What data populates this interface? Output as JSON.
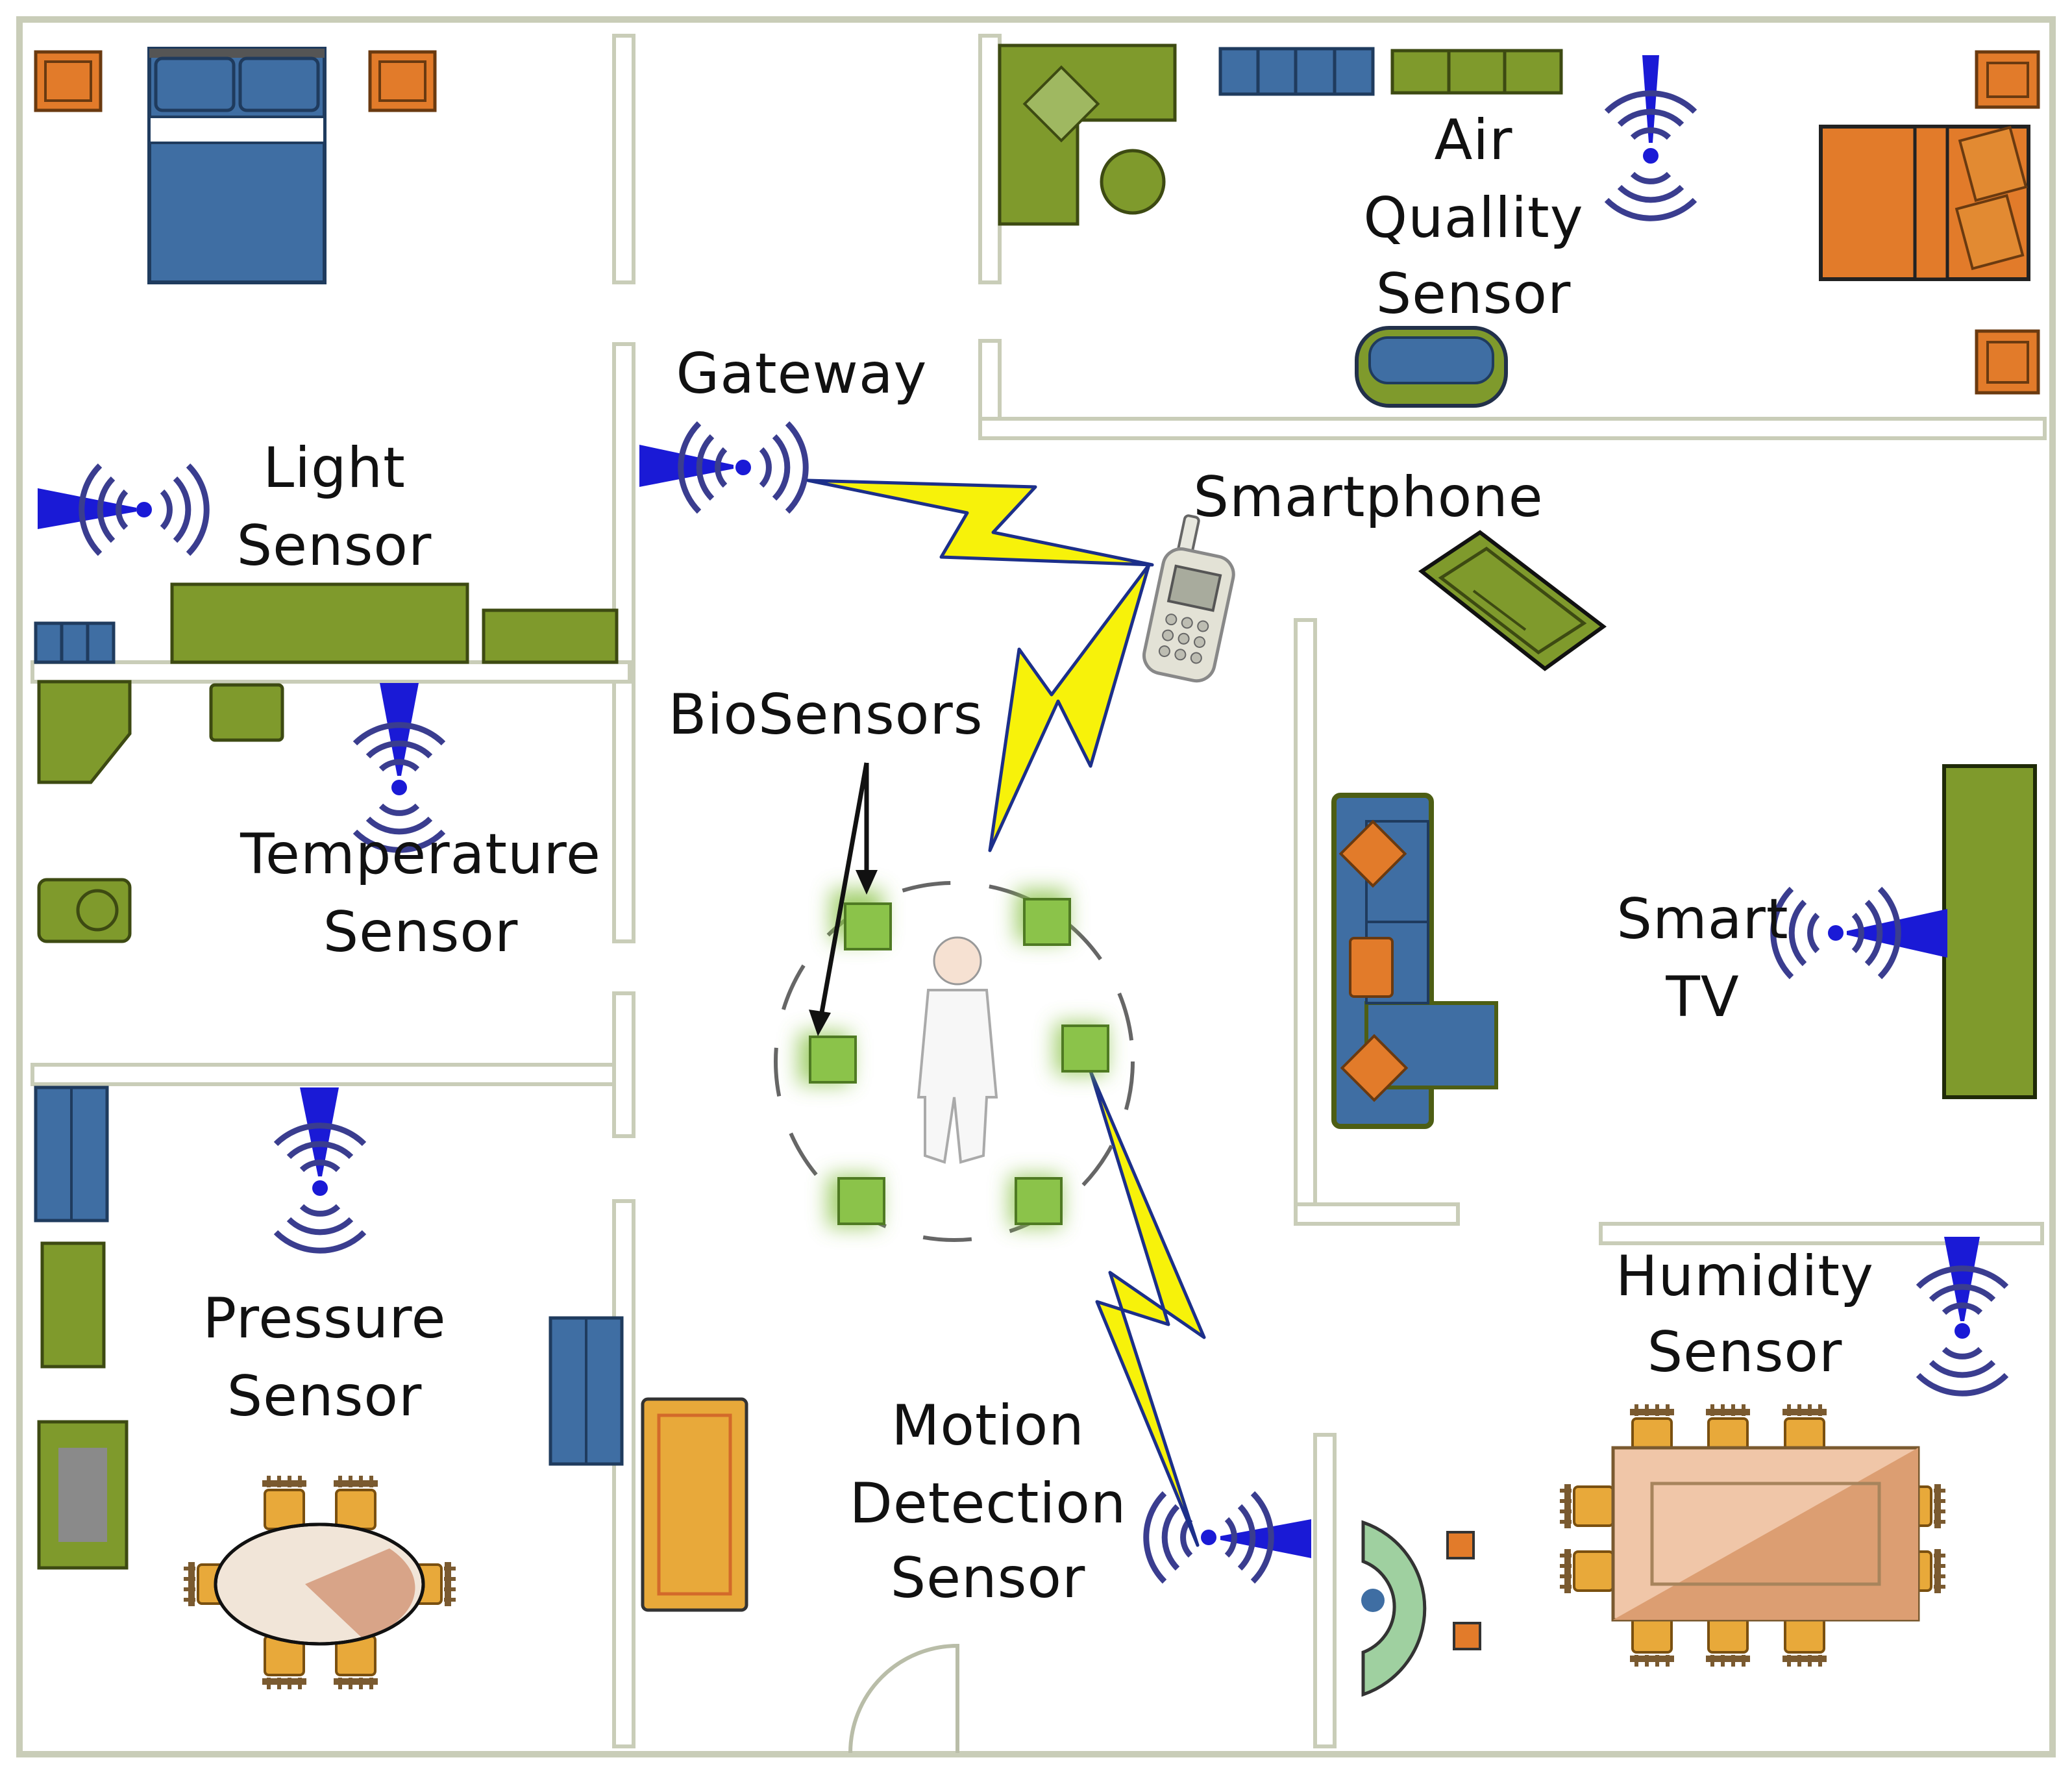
{
  "labels": {
    "air_quality": [
      "Air",
      "Quallity",
      "Sensor"
    ],
    "gateway": "Gateway",
    "light": [
      "Light",
      "Sensor"
    ],
    "smartphone": "Smartphone",
    "biosensors": "BioSensors",
    "temperature": [
      "Temperature",
      "Sensor"
    ],
    "smart_tv": [
      "Smart",
      "TV"
    ],
    "humidity": [
      "Humidity",
      "Sensor"
    ],
    "pressure": [
      "Pressure",
      "Sensor"
    ],
    "motion": [
      "Motion",
      "Detection",
      "Sensor"
    ]
  },
  "colors": {
    "sensor_blue": "#1a1ad6",
    "wave_blue": "#3a3d8f",
    "bolt_yellow": "#f7f20a",
    "bolt_outline": "#1c2f8a",
    "furniture_green": "#7f9a2c",
    "furniture_blue": "#3f6ea3",
    "furniture_orange": "#e27b2a",
    "biosensor_green": "#8bc34a"
  }
}
